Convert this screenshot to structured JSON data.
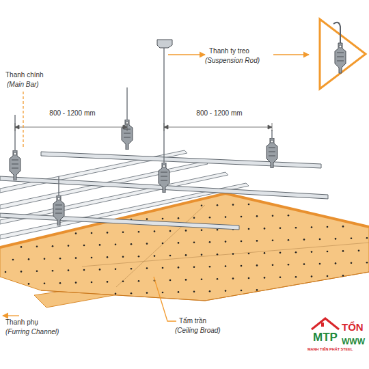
{
  "diagram": {
    "labels": [
      "Thanh ty treo",
      "(Suspension Rod)",
      "Thanh chính",
      "(Main Bar)",
      "800 - 1200 mm",
      "800 - 1200 mm",
      "Thanh phụ",
      "(Furring Channel)",
      "Tấm trần",
      "(Ceiling Broad)",
      "MTP",
      "MẠNH TIẾN PHÁT STEEL",
      "TỔN",
      "WWW"
    ]
  }
}
